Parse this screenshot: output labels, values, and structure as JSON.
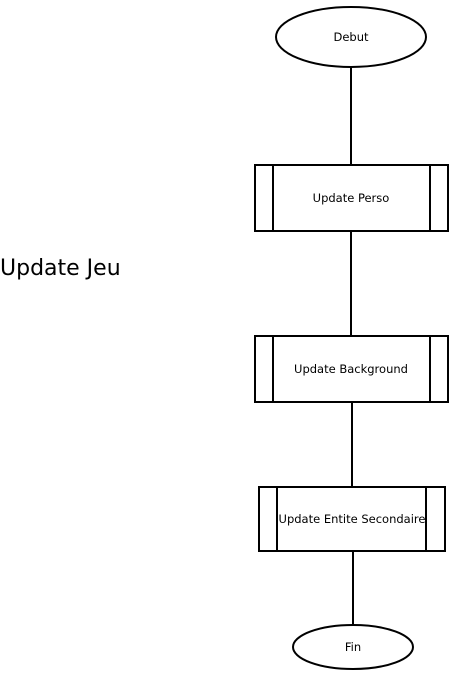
{
  "title": "Update Jeu",
  "nodes": {
    "start": {
      "label": "Debut",
      "shape": "terminator"
    },
    "step1": {
      "label": "Update Perso",
      "shape": "predefined-process"
    },
    "step2": {
      "label": "Update Background",
      "shape": "predefined-process"
    },
    "step3": {
      "label": "Update Entite Secondaire",
      "shape": "predefined-process"
    },
    "end": {
      "label": "Fin",
      "shape": "terminator"
    }
  },
  "edges": [
    {
      "from": "start",
      "to": "step1"
    },
    {
      "from": "step1",
      "to": "step2"
    },
    {
      "from": "step2",
      "to": "step3"
    },
    {
      "from": "step3",
      "to": "end"
    }
  ],
  "colors": {
    "stroke": "#000000",
    "fill": "#ffffff",
    "text": "#000000"
  }
}
